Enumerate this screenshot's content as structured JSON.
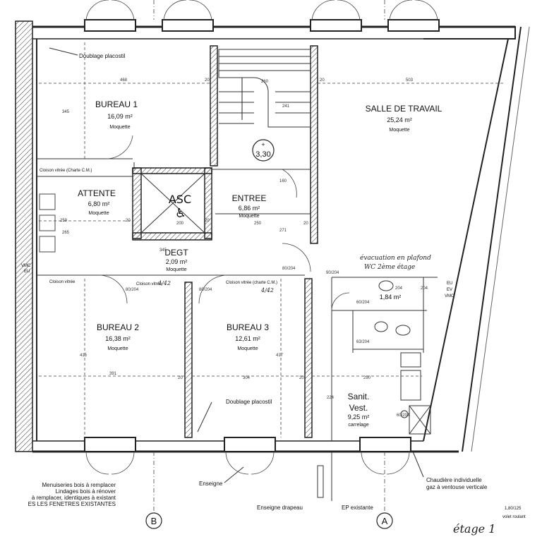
{
  "rooms": {
    "bureau1": {
      "name": "BUREAU 1",
      "area": "16,09 m²",
      "floor": "Moquette"
    },
    "salle": {
      "name": "SALLE DE TRAVAIL",
      "area": "25,24 m²",
      "floor": "Moquette"
    },
    "attente": {
      "name": "ATTENTE",
      "area": "6,80 m²",
      "floor": "Moquette"
    },
    "entree": {
      "name": "ENTREE",
      "area": "6,86 m²",
      "floor": "Moquette"
    },
    "degt": {
      "name": "DEGT",
      "area": "2,09 m²",
      "floor": "Moquette"
    },
    "bureau2": {
      "name": "BUREAU 2",
      "area": "16,38 m²",
      "floor": "Moquette"
    },
    "bureau3": {
      "name": "BUREAU 3",
      "area": "12,61 m²",
      "floor": "Moquette"
    },
    "sanit": {
      "name1": "Sanit.",
      "name2": "Vest.",
      "area": "9,25 m²",
      "floor": "carrelage"
    },
    "wc": {
      "area": "1,84 m²"
    },
    "asc": {
      "name": "ASC"
    }
  },
  "level_marker": {
    "plus": "+",
    "value": "3,30"
  },
  "annotations": {
    "doublage_top": "Doublage placostil",
    "doublage_bottom": "Doublage placostil",
    "cloison1": "Cloison vitrée (Charte C.M.)",
    "cloison2": "Cloison vitrée",
    "cloison3": "Cloison vitrée (charte C.M.)",
    "cloison4": "Cloison vitrée",
    "vmc_left": "VMC",
    "eu_left": "EU",
    "eu_right": "EU",
    "ev_right": "EV",
    "vmc_right": "VMC",
    "enseigne": "Enseigne",
    "enseigne_drapeau": "Enseigne drapeau",
    "ep": "EP existante",
    "chaudiere1": "Chaudière individuelle",
    "chaudiere2": "gaz à ventouse verticale",
    "menuiseries1": "Menuiseries bois à remplacer",
    "menuiseries2": "Lindages bois à rénover",
    "menuiseries3": "à remplacer, identiques à existant",
    "menuiseries4": "ES LES FENETRES EXISTANTES",
    "volet": "volet roulant",
    "scale": "1,80/125"
  },
  "handwritten": {
    "evac1": "évacuation en plafond",
    "evac2": "WC 2ème étage",
    "cloison_note": "4/42",
    "cloison_note2": "4/42",
    "etage": "étage 1"
  },
  "axes": {
    "b": "B",
    "a": "A"
  },
  "dimensions": {
    "d468": "468",
    "d503": "503",
    "d345": "345",
    "d345b": "345",
    "d259": "259",
    "d265": "265",
    "d20a": "20",
    "d20b": "20",
    "d20c": "20",
    "d20d": "20",
    "d20e": "20",
    "d20f": "20",
    "d20g": "20",
    "d200": "200",
    "d250": "250",
    "d271": "271",
    "d160": "160",
    "d391": "391",
    "d304": "304",
    "d290": "290",
    "d415": "415",
    "d417": "417",
    "d224": "224",
    "d260": "260",
    "d241": "241",
    "d80_204a": "80/204",
    "d80_204b": "80/204",
    "d80_204c": "80/204",
    "d90_204": "90/204",
    "d60_204": "60/204",
    "d63_204": "63/204",
    "d204": "204",
    "d204b": "204",
    "d60_204b": "60/204"
  }
}
